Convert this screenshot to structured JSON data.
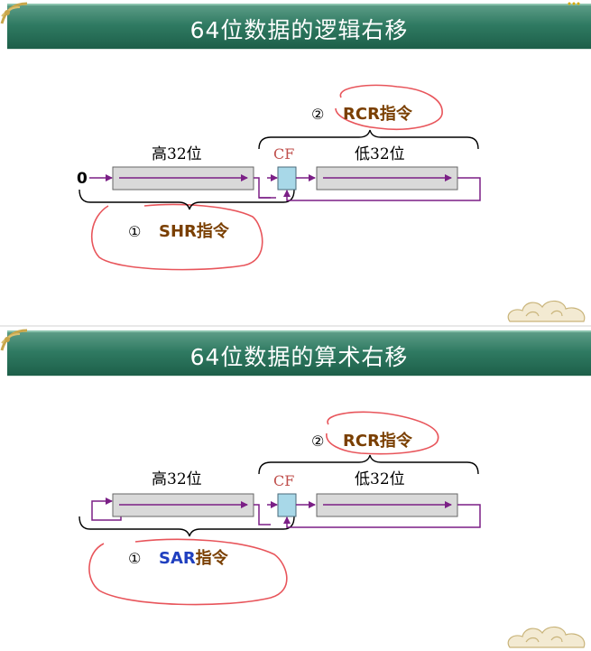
{
  "slides": [
    {
      "title": "64位数据的逻辑右移",
      "labels": {
        "high": "高32位",
        "low": "低32位",
        "cf": "CF",
        "zero": "0",
        "rcr_num": "②",
        "rcr": "RCR指令",
        "shift_num": "①",
        "shift": "SHR指令"
      }
    },
    {
      "title": "64位数据的算术右移",
      "labels": {
        "high": "高32位",
        "low": "低32位",
        "cf": "CF",
        "rcr_num": "②",
        "rcr": "RCR指令",
        "shift_num": "①",
        "shift_op": "SAR",
        "shift_suffix": "指令"
      }
    }
  ],
  "colors": {
    "title_bar": "#2f7a62",
    "arrow": "#7b1f86",
    "register_fill": "#d9d9d9",
    "cf_fill": "#a8d8e8",
    "cf_text": "#c0504d",
    "rcr_text": "#7a3f00",
    "sar_text": "#1f3fbf",
    "annotation": "#e8555b"
  }
}
